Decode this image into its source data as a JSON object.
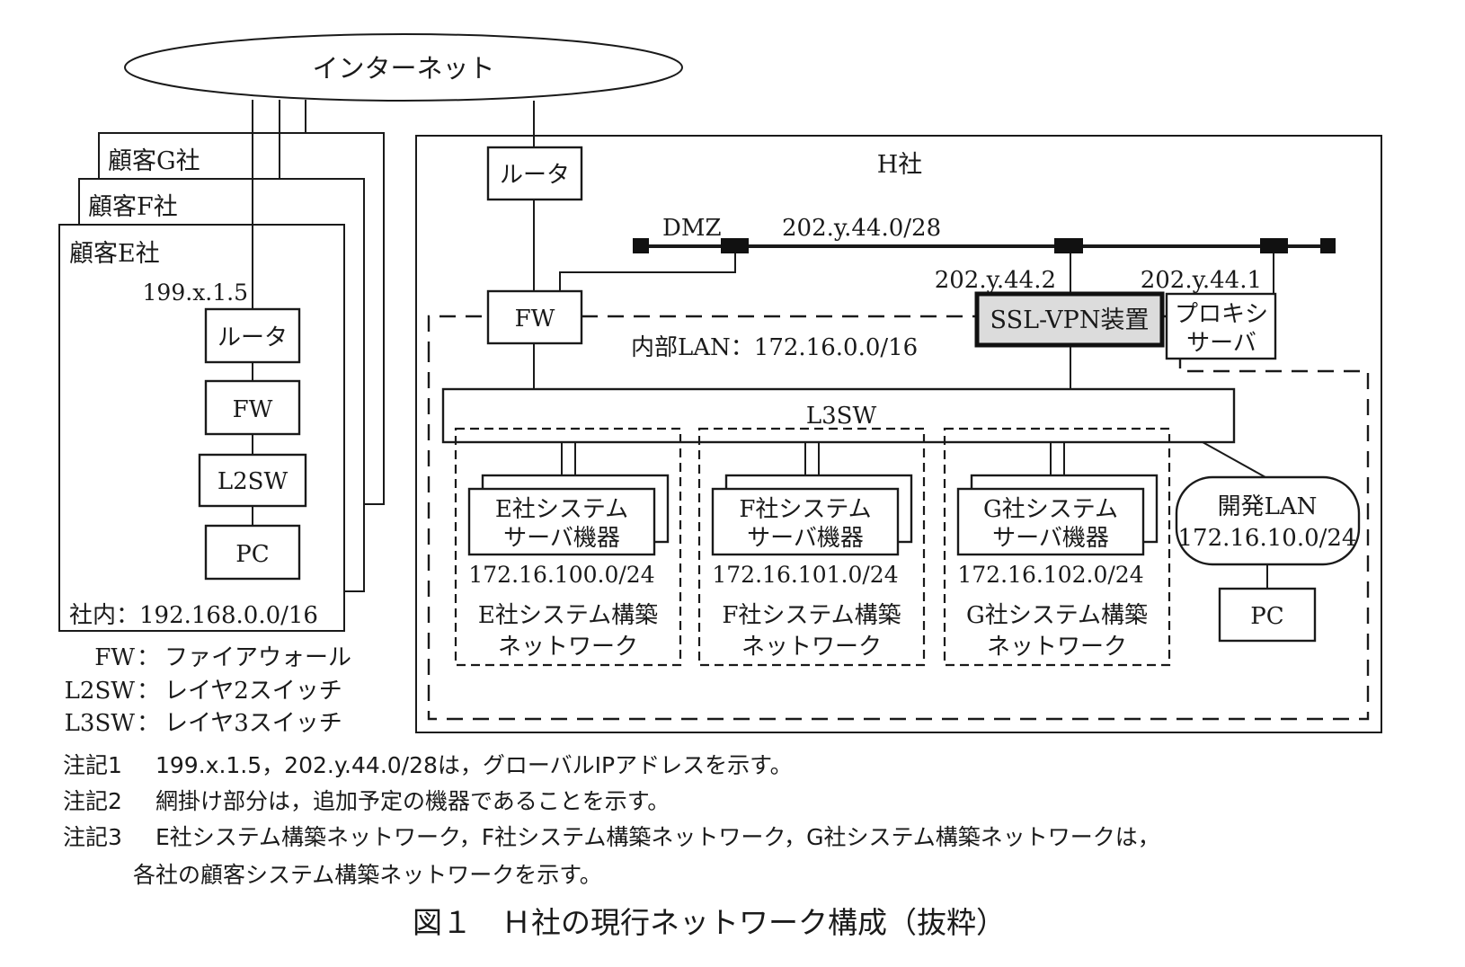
{
  "internet": {
    "label": "インターネット"
  },
  "customers": [
    {
      "label": "顧客G社"
    },
    {
      "label": "顧客F社"
    },
    {
      "label": "顧客E社"
    }
  ],
  "customer_e": {
    "global_ip": "199.x.1.5",
    "router": "ルータ",
    "fw": "FW",
    "l2sw": "L2SW",
    "pc": "PC",
    "internal": "社内：192.168.0.0/16"
  },
  "legend": [
    {
      "abbr": "FW",
      "sep": "：",
      "desc": "ファイアウォール"
    },
    {
      "abbr": "L2SW",
      "sep": "：",
      "desc": "レイヤ2スイッチ"
    },
    {
      "abbr": "L3SW",
      "sep": "：",
      "desc": "レイヤ3スイッチ"
    }
  ],
  "h_company": {
    "label": "H社",
    "router": "ルータ",
    "fw": "FW",
    "dmz": {
      "label": "DMZ",
      "subnet": "202.y.44.0/28",
      "ssl_vpn_ip": "202.y.44.2",
      "proxy_ip": "202.y.44.1"
    },
    "ssl_vpn": {
      "label": "SSL-VPN装置",
      "fill": "#dcdcdc"
    },
    "proxy": {
      "line1": "プロキシ",
      "line2": "サーバ"
    },
    "internal_lan": "内部LAN：172.16.0.0/16",
    "l3sw": "L3SW",
    "system_networks": [
      {
        "server_line1": "E社システム",
        "server_line2": "サーバ機器",
        "subnet": "172.16.100.0/24",
        "net_line1": "E社システム構築",
        "net_line2": "ネットワーク"
      },
      {
        "server_line1": "F社システム",
        "server_line2": "サーバ機器",
        "subnet": "172.16.101.0/24",
        "net_line1": "F社システム構築",
        "net_line2": "ネットワーク"
      },
      {
        "server_line1": "G社システム",
        "server_line2": "サーバ機器",
        "subnet": "172.16.102.0/24",
        "net_line1": "G社システム構築",
        "net_line2": "ネットワーク"
      }
    ],
    "dev_lan": {
      "line1": "開発LAN",
      "line2": "172.16.10.0/24"
    },
    "dev_pc": "PC"
  },
  "notes": [
    {
      "label": "注記1",
      "text": "199.x.1.5，202.y.44.0/28は，グローバルIPアドレスを示す。"
    },
    {
      "label": "注記2",
      "text": "網掛け部分は，追加予定の機器であることを示す。"
    },
    {
      "label": "注記3",
      "text": "E社システム構築ネットワーク，F社システム構築ネットワーク，G社システム構築ネットワークは，",
      "continuation": "各社の顧客システム構築ネットワークを示す。"
    }
  ],
  "caption": "図１　Ｈ社の現行ネットワーク構成（抜粋）"
}
